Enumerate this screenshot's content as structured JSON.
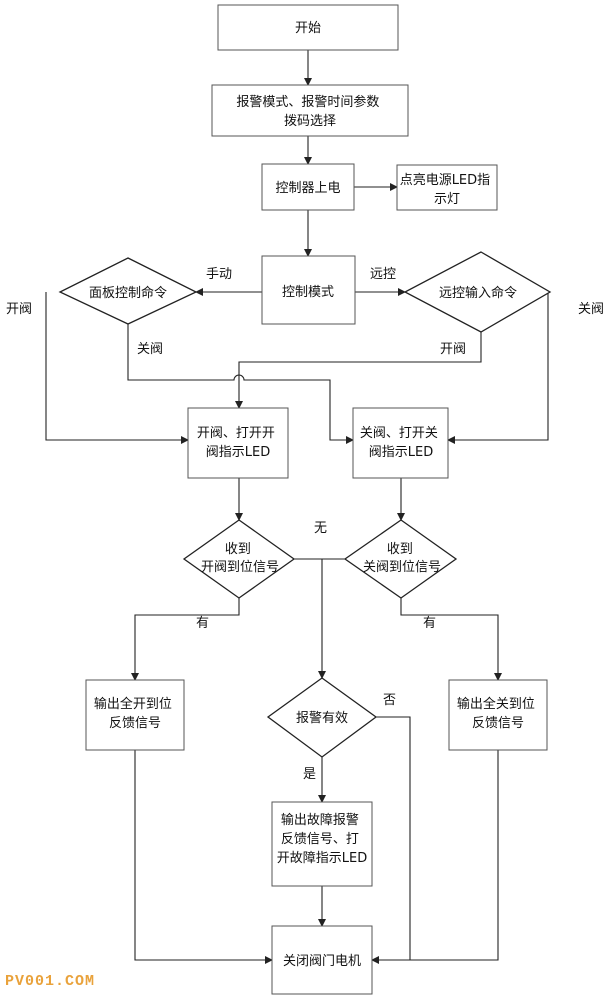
{
  "nodes": {
    "start": [
      "开始"
    ],
    "param_select": [
      "报警模式、报警时间参数",
      "拨码选择"
    ],
    "power_on": [
      "控制器上电"
    ],
    "power_led": [
      "点亮电源LED指",
      "示灯"
    ],
    "control_mode": [
      "控制模式"
    ],
    "panel_cmd": [
      "面板控制命令"
    ],
    "remote_cmd": [
      "远控输入命令"
    ],
    "open_valve": [
      "开阀、打开开",
      "阀指示LED"
    ],
    "close_valve": [
      "关阀、打开关",
      "阀指示LED"
    ],
    "recv_open": [
      "收到",
      "开阀到位信号"
    ],
    "recv_close": [
      "收到",
      "关阀到位信号"
    ],
    "out_full_open": [
      "输出全开到位",
      "反馈信号"
    ],
    "alarm_valid": [
      "报警有效"
    ],
    "out_full_close": [
      "输出全关到位",
      "反馈信号"
    ],
    "out_fault": [
      "输出故障报警",
      "反馈信号、打",
      "开故障指示LED"
    ],
    "close_motor": [
      "关闭阀门电机"
    ]
  },
  "labels": {
    "manual": "手动",
    "remote": "远控",
    "open_left": "开阀",
    "close_left": "关阀",
    "open_right": "开阀",
    "close_right": "关阀",
    "none": "无",
    "yes_left": "有",
    "yes_right": "有",
    "no": "否",
    "is": "是"
  },
  "watermark": "PV001.COM",
  "colors": {
    "watermark": "#e9a23b",
    "line": "#222222"
  }
}
